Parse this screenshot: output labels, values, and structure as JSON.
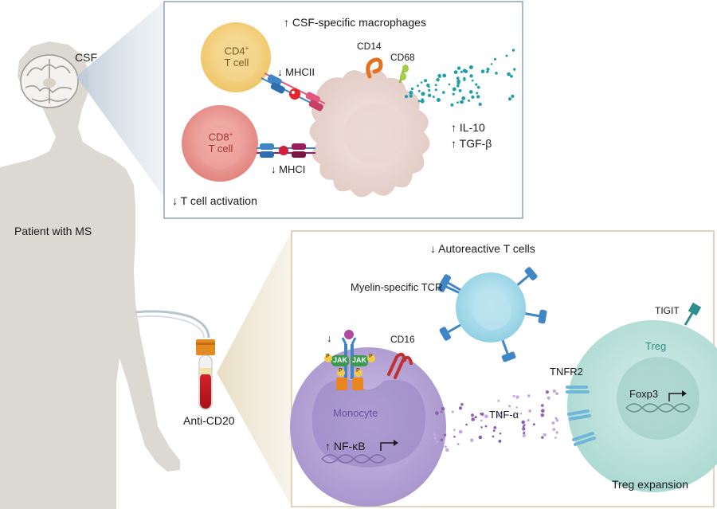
{
  "figure": {
    "body": {
      "brain_label": "CSF",
      "patient_label": "Patient with MS",
      "tube_label": "Anti-CD20"
    },
    "csf_panel": {
      "title": "↑ CSF-specific macrophages",
      "cd4_line1": "CD4",
      "cd4_sup": "+",
      "cd4_line2": "T cell",
      "cd8_line1": "CD8",
      "cd8_sup": "+",
      "cd8_line2": "T cell",
      "mhcii": "↓ MHCII",
      "mhci": "↓ MHCI",
      "cd14": "CD14",
      "cd68": "CD68",
      "il10": "↑ IL-10",
      "tgfb": "↑ TGF-β",
      "activation": "↓ T cell activation"
    },
    "blood_panel": {
      "title": "↓ Autoreactive T cells",
      "tcr_label": "Myelin-specific TCR",
      "down_arrow": "↓",
      "jak_left": "JAK",
      "jak_right": "JAK",
      "p_mark": "P",
      "cd16": "CD16",
      "monocyte": "Monocyte",
      "nfkb": "↑ NF-κB",
      "tnfa": "TNF-α",
      "tnfr2": "TNFR2",
      "tigit": "TIGIT",
      "treg": "Treg",
      "foxp3": "Foxp3",
      "treg_expansion": "Treg expansion"
    },
    "colors": {
      "silhouette": "#dcd9d3",
      "panel_border_top": "#8da3b8",
      "panel_border_bottom": "#d9c6a1",
      "cd4_cell": "#f1cf79",
      "cd8_cell": "#e58f8b",
      "macrophage": "#ead8d3",
      "monocyte": "#b8a6d7",
      "tcell": "#a9dcea",
      "treg": "#bfe3dc",
      "receptor_blue": "#3f86c6",
      "teal_dots": "#1f9fa9",
      "purple_dots": "#8c62b3"
    }
  }
}
